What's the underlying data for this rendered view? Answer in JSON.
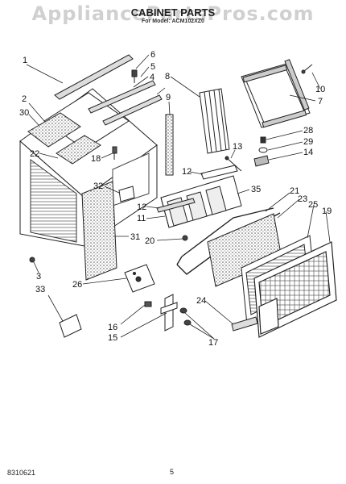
{
  "watermark": "AppliancePartsPros.com",
  "header": {
    "title": "CABINET PARTS",
    "subtitle": "For Model: ACM102XZ0"
  },
  "footer": {
    "doc_number": "8310621",
    "page_number": "5"
  },
  "callouts": [
    "1",
    "2",
    "3",
    "4",
    "5",
    "6",
    "7",
    "8",
    "9",
    "10",
    "11",
    "12",
    "12",
    "13",
    "14",
    "15",
    "16",
    "17",
    "18",
    "19",
    "20",
    "21",
    "22",
    "23",
    "24",
    "25",
    "26",
    "28",
    "29",
    "30",
    "31",
    "32",
    "33",
    "35"
  ]
}
